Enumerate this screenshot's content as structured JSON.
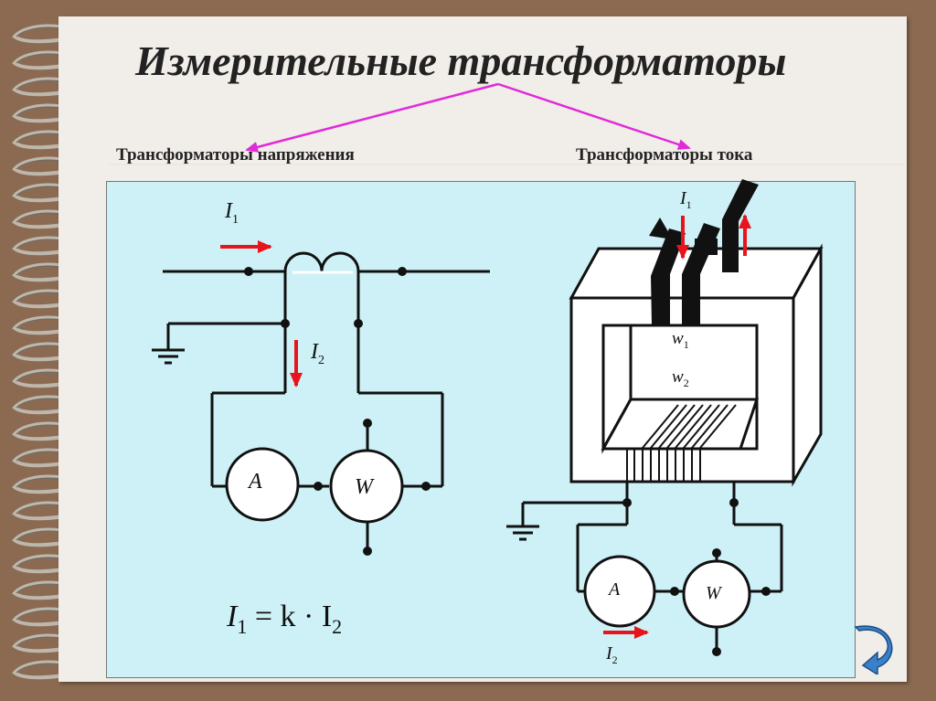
{
  "slide": {
    "title": "Измерительные трансформаторы",
    "branch_voltage": "Трансформаторы напряжения",
    "branch_current": "Трансформаторы тока"
  },
  "voltage_transformer": {
    "current_primary": "I",
    "current_primary_sub": "1",
    "current_secondary": "I",
    "current_secondary_sub": "2",
    "ammeter": "A",
    "wattmeter": "W",
    "formula": {
      "lhs": "I",
      "lhs_sub": "1",
      "eq": "= k · I",
      "rhs_sub": "2"
    }
  },
  "current_transformer": {
    "current_primary": "I",
    "current_primary_sub": "1",
    "winding_primary": "w",
    "winding_primary_sub": "1",
    "winding_secondary": "w",
    "winding_secondary_sub": "2",
    "ammeter": "A",
    "wattmeter": "W",
    "current_secondary": "I",
    "current_secondary_sub": "2"
  },
  "colors": {
    "background": "#8c6a52",
    "paper": "#f1ede8",
    "panel": "#cdf1f6",
    "arrow_red": "#e8141c",
    "arrow_magenta": "#e12ad8"
  },
  "icons": [
    "spiral-binding-icon",
    "ground-icon",
    "return-arrow-icon"
  ]
}
